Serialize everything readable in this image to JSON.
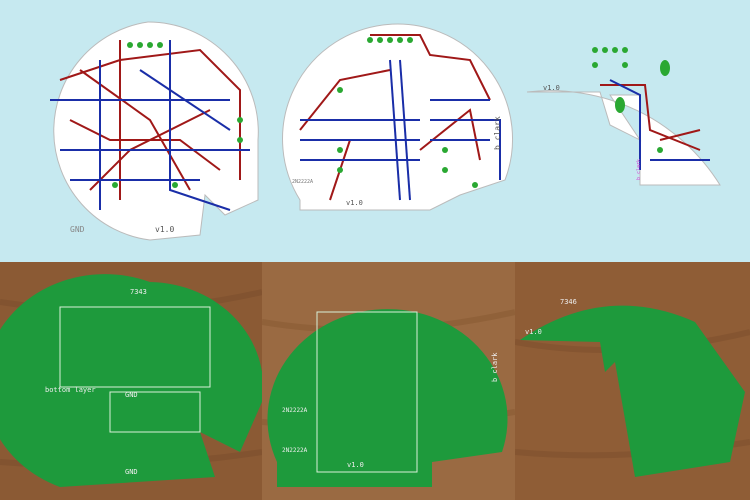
{
  "layouts": [
    {
      "labels": [
        "GND",
        "v1.0"
      ]
    },
    {
      "labels": [
        "v1.0",
        "b clark",
        "2N2222A"
      ]
    },
    {
      "labels": [
        "v1.0",
        "b clark"
      ]
    }
  ],
  "photos": [
    {
      "labels": [
        "7343",
        "bottom layer",
        "GND",
        "GND"
      ]
    },
    {
      "labels": [
        "2N2222A",
        "2N2222A",
        "v1.0",
        "b clark"
      ]
    },
    {
      "labels": [
        "7346",
        "v1.0"
      ]
    }
  ],
  "colors": {
    "background": "#c6e9f0",
    "top_trace": "#a01818",
    "bottom_trace": "#1a2ea8",
    "pad": "#2aa832",
    "pcb_green": "#1e9a3c",
    "wood": "#8b5a34"
  }
}
